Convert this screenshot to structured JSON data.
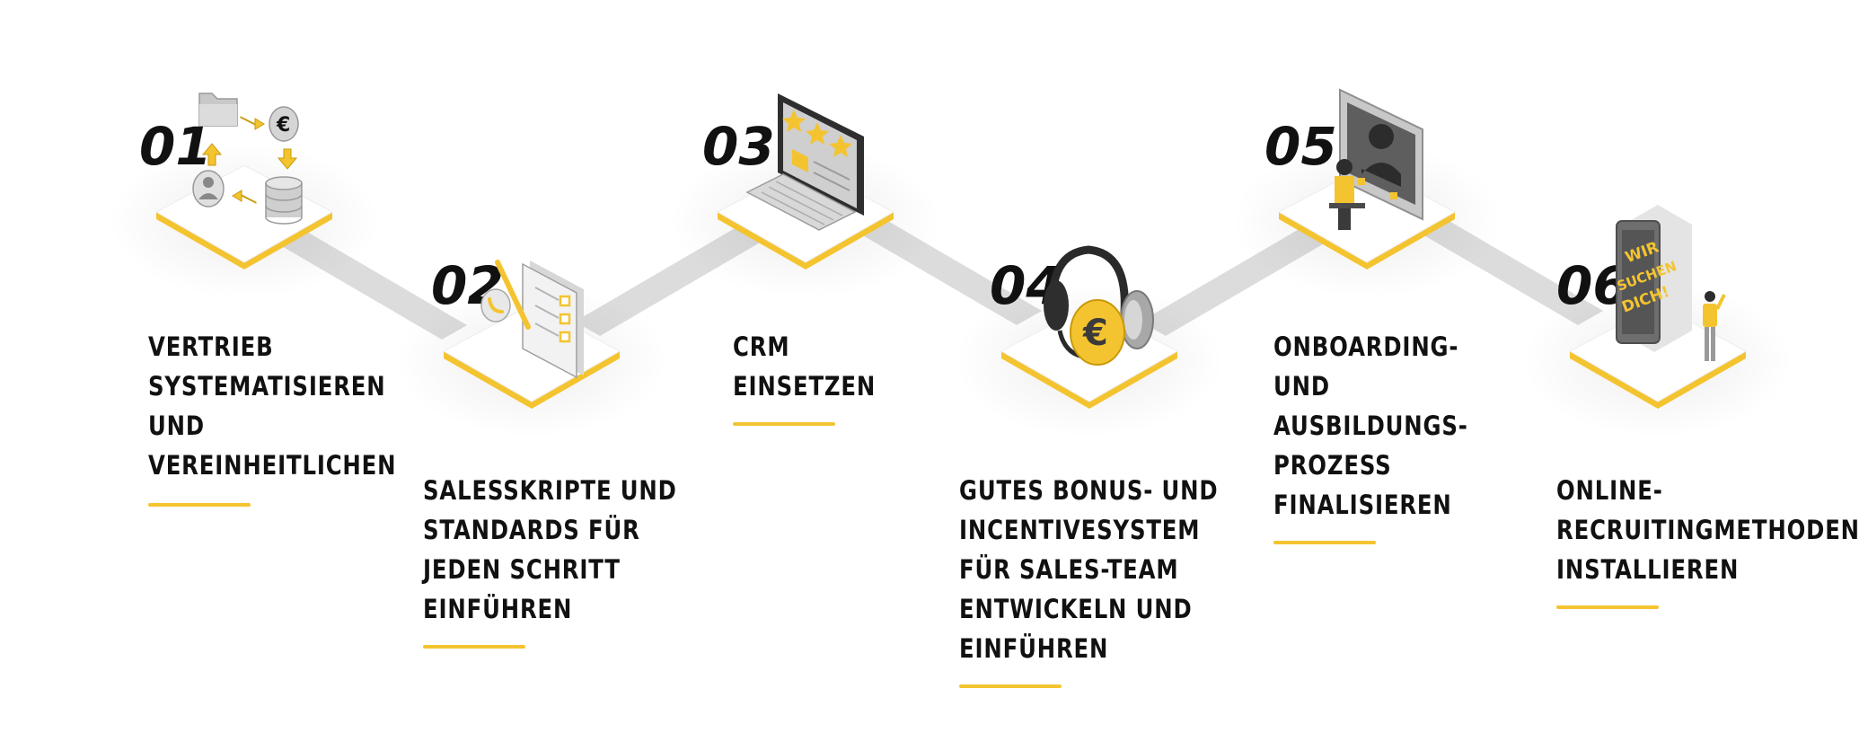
{
  "colors": {
    "accent": "#F4C430",
    "connector": "#DCDCDC",
    "text": "#111111",
    "device": "#9A9A9A"
  },
  "steps": [
    {
      "number": "01",
      "label": "VERTRIEB\nSYSTEMATISIEREN\nUND\nVEREINHEITLICHEN",
      "icon": "data-flow-icon"
    },
    {
      "number": "02",
      "label": "SALESSKRIPTE UND\nSTANDARDS FÜR\nJEDEN SCHRITT\nEINFÜHREN",
      "icon": "checklist-document-icon"
    },
    {
      "number": "03",
      "label": "CRM\nEINSETZEN",
      "icon": "crm-computer-icon"
    },
    {
      "number": "04",
      "label": "GUTES BONUS- UND\nINCENTIVESYSTEM\nFÜR SALES-TEAM\nENTWICKELN UND\nEINFÜHREN",
      "icon": "headset-euro-icon"
    },
    {
      "number": "05",
      "label": "ONBOARDING-\nUND\nAUSBILDUNGS-\nPROZESS\nFINALISIEREN",
      "icon": "video-training-icon"
    },
    {
      "number": "06",
      "label": "ONLINE-\nRECRUITINGMETHODEN\nINSTALLIEREN",
      "icon": "recruiting-phone-icon",
      "icon_text": [
        "WIR",
        "SUCHEN",
        "DICH!"
      ]
    }
  ]
}
